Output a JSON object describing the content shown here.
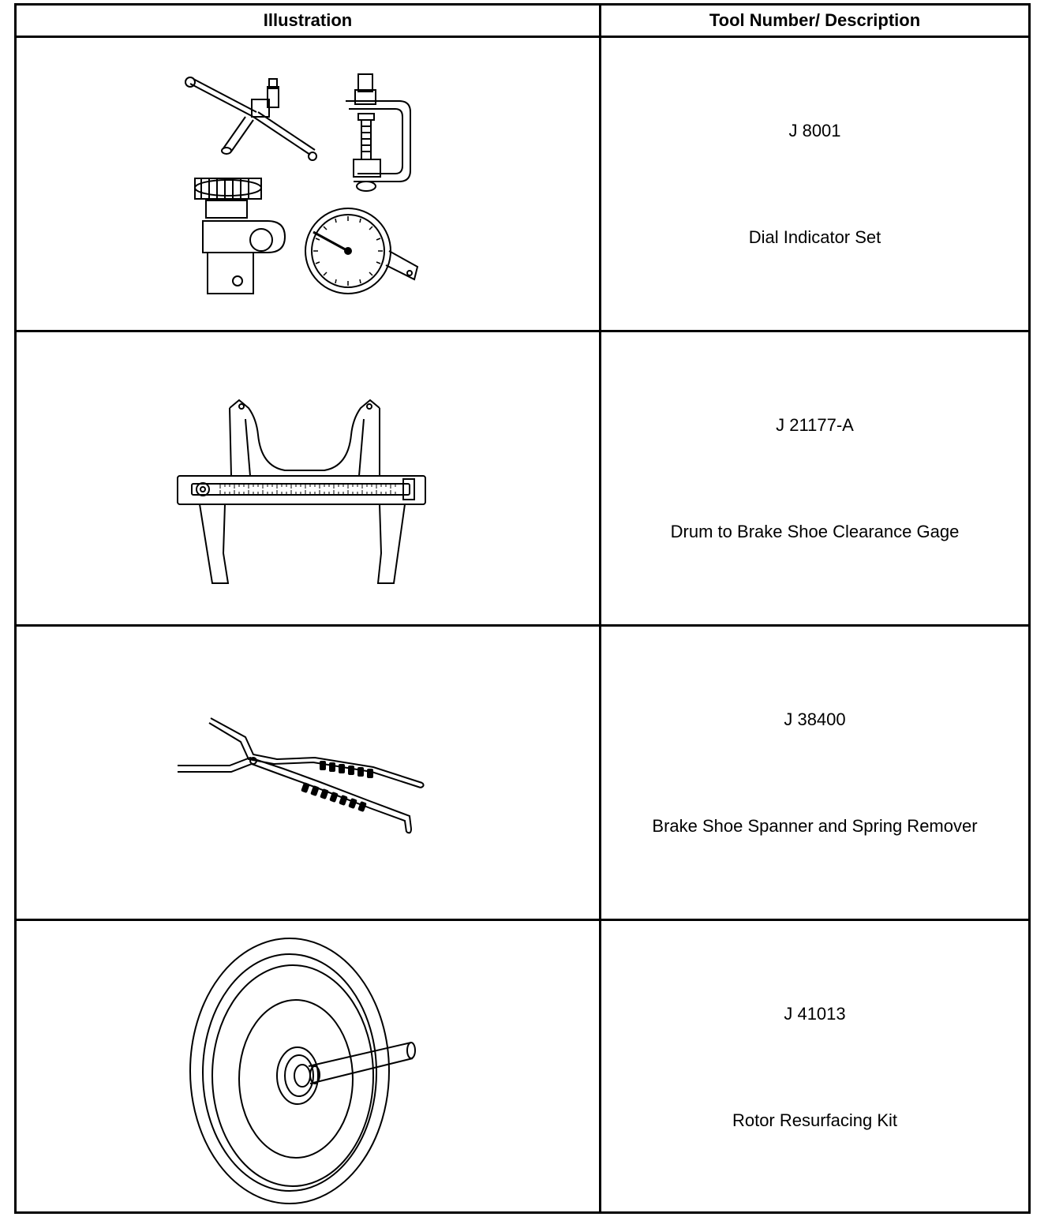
{
  "header": {
    "illustration": "Illustration",
    "tool": "Tool Number/ Description"
  },
  "tools": [
    {
      "number": "J 8001",
      "description": "Dial Indicator Set",
      "icon": "dial-indicator-set-illustration"
    },
    {
      "number": "J 21177-A",
      "description": "Drum to Brake Shoe Clearance Gage",
      "icon": "clearance-gage-illustration"
    },
    {
      "number": "J 38400",
      "description": "Brake Shoe Spanner and Spring Remover",
      "icon": "spanner-pliers-illustration"
    },
    {
      "number": "J 41013",
      "description": "Rotor Resurfacing Kit",
      "icon": "rotor-kit-illustration"
    }
  ]
}
